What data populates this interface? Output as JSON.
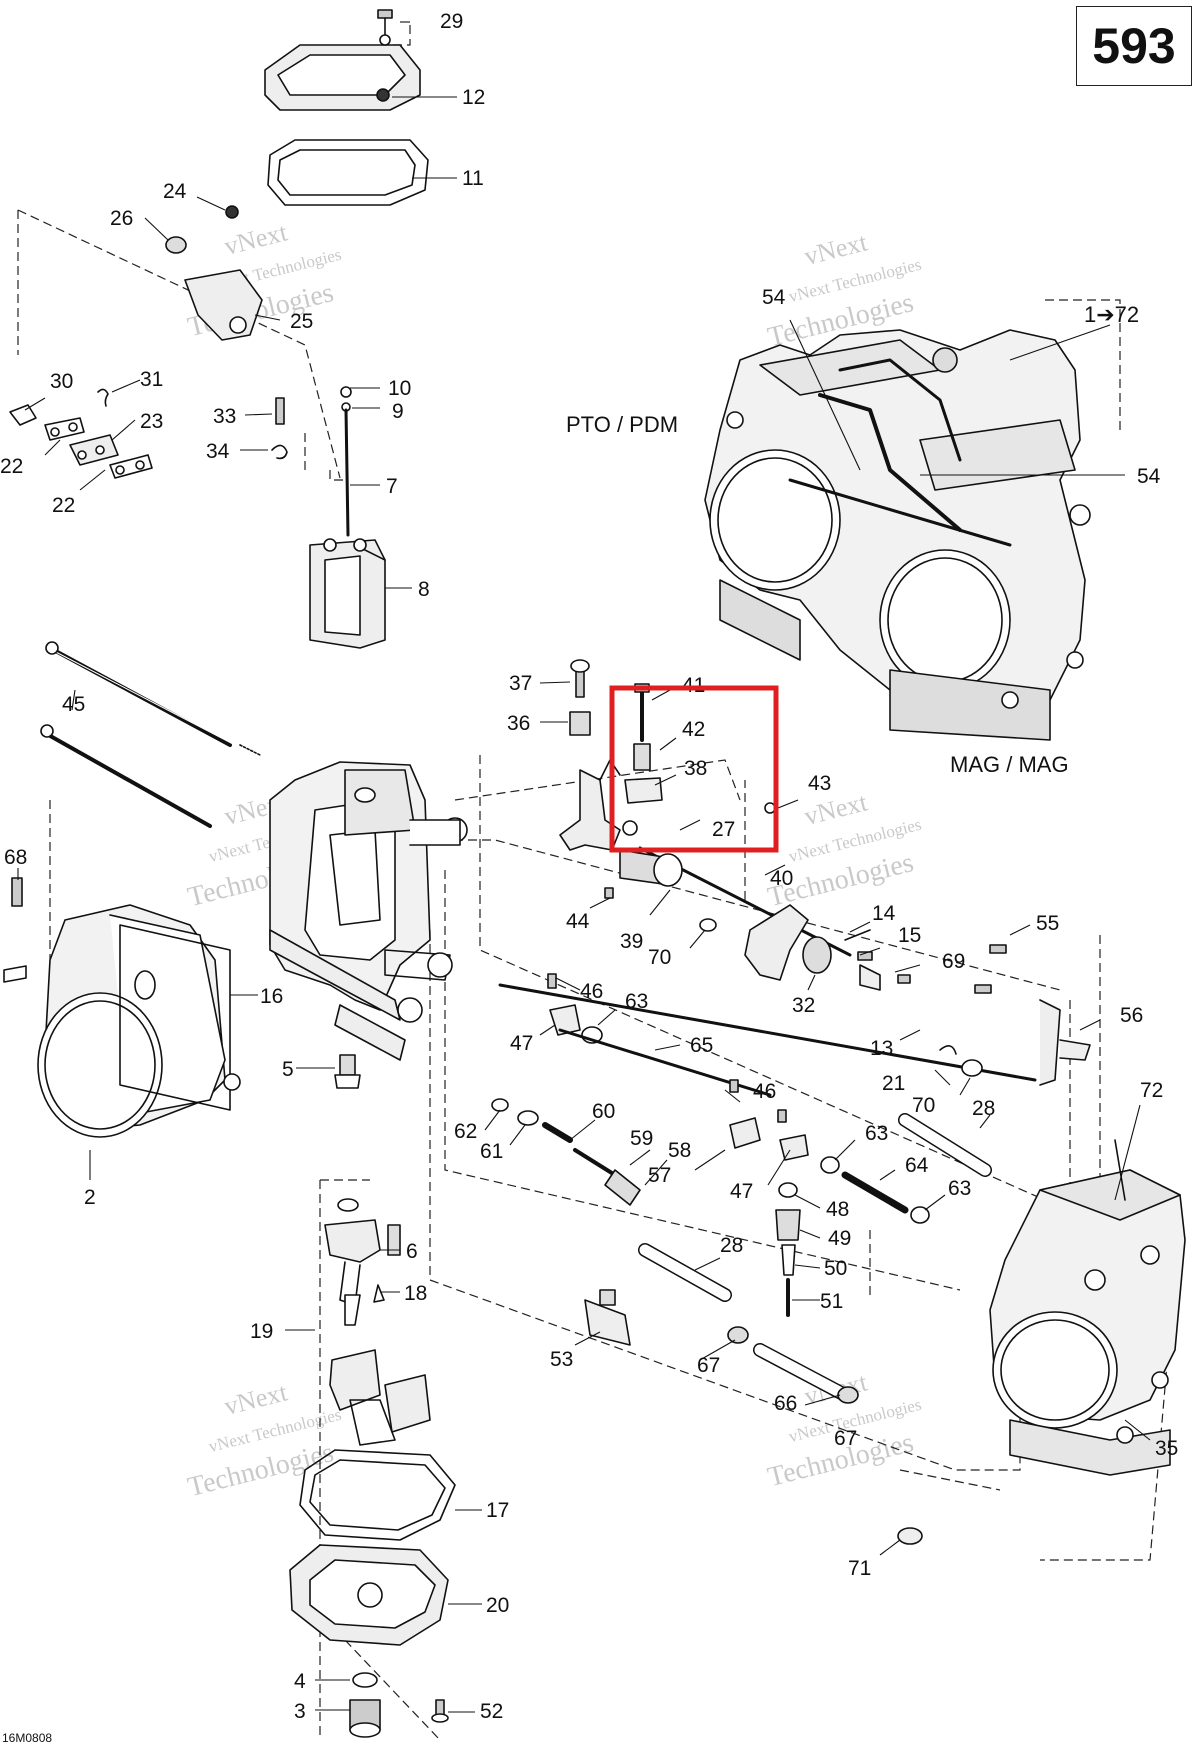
{
  "page_number": "593",
  "drawing_code": "16M0808",
  "labels": {
    "pto": "PTO / PDM",
    "mag": "MAG / MAG",
    "range": "1➔72"
  },
  "watermark": {
    "line1": "vNext",
    "line2": "vNext Technologies",
    "line3": "Technologies"
  },
  "callouts": [
    {
      "id": "c29",
      "text": "29"
    },
    {
      "id": "c12",
      "text": "12"
    },
    {
      "id": "c11",
      "text": "11"
    },
    {
      "id": "c24",
      "text": "24"
    },
    {
      "id": "c26",
      "text": "26"
    },
    {
      "id": "c25",
      "text": "25"
    },
    {
      "id": "c30",
      "text": "30"
    },
    {
      "id": "c31",
      "text": "31"
    },
    {
      "id": "c23",
      "text": "23"
    },
    {
      "id": "c22a",
      "text": "22"
    },
    {
      "id": "c22b",
      "text": "22"
    },
    {
      "id": "c33",
      "text": "33"
    },
    {
      "id": "c34",
      "text": "34"
    },
    {
      "id": "c10",
      "text": "10"
    },
    {
      "id": "c9",
      "text": "9"
    },
    {
      "id": "c7",
      "text": "7"
    },
    {
      "id": "c8",
      "text": "8"
    },
    {
      "id": "c45",
      "text": "45"
    },
    {
      "id": "c68",
      "text": "68"
    },
    {
      "id": "c16",
      "text": "16"
    },
    {
      "id": "c2",
      "text": "2"
    },
    {
      "id": "c5",
      "text": "5"
    },
    {
      "id": "c37",
      "text": "37"
    },
    {
      "id": "c36",
      "text": "36"
    },
    {
      "id": "c41",
      "text": "41"
    },
    {
      "id": "c42",
      "text": "42"
    },
    {
      "id": "c38",
      "text": "38"
    },
    {
      "id": "c27",
      "text": "27"
    },
    {
      "id": "c43",
      "text": "43"
    },
    {
      "id": "c40",
      "text": "40"
    },
    {
      "id": "c44",
      "text": "44"
    },
    {
      "id": "c39",
      "text": "39"
    },
    {
      "id": "c70a",
      "text": "70"
    },
    {
      "id": "c14",
      "text": "14"
    },
    {
      "id": "c15",
      "text": "15"
    },
    {
      "id": "c69",
      "text": "69"
    },
    {
      "id": "c55",
      "text": "55"
    },
    {
      "id": "c32",
      "text": "32"
    },
    {
      "id": "c46a",
      "text": "46"
    },
    {
      "id": "c63a",
      "text": "63"
    },
    {
      "id": "c47a",
      "text": "47"
    },
    {
      "id": "c65",
      "text": "65"
    },
    {
      "id": "c56",
      "text": "56"
    },
    {
      "id": "c13",
      "text": "13"
    },
    {
      "id": "c21",
      "text": "21"
    },
    {
      "id": "c70b",
      "text": "70"
    },
    {
      "id": "c28a",
      "text": "28"
    },
    {
      "id": "c72",
      "text": "72"
    },
    {
      "id": "c62",
      "text": "62"
    },
    {
      "id": "c61",
      "text": "61"
    },
    {
      "id": "c60",
      "text": "60"
    },
    {
      "id": "c59",
      "text": "59"
    },
    {
      "id": "c58",
      "text": "58"
    },
    {
      "id": "c57",
      "text": "57"
    },
    {
      "id": "c46b",
      "text": "46"
    },
    {
      "id": "c47b",
      "text": "47"
    },
    {
      "id": "c63b",
      "text": "63"
    },
    {
      "id": "c64",
      "text": "64"
    },
    {
      "id": "c63c",
      "text": "63"
    },
    {
      "id": "c48",
      "text": "48"
    },
    {
      "id": "c49",
      "text": "49"
    },
    {
      "id": "c50",
      "text": "50"
    },
    {
      "id": "c51",
      "text": "51"
    },
    {
      "id": "c28b",
      "text": "28"
    },
    {
      "id": "c6",
      "text": "6"
    },
    {
      "id": "c18",
      "text": "18"
    },
    {
      "id": "c19",
      "text": "19"
    },
    {
      "id": "c53",
      "text": "53"
    },
    {
      "id": "c67a",
      "text": "67"
    },
    {
      "id": "c66",
      "text": "66"
    },
    {
      "id": "c67b",
      "text": "67"
    },
    {
      "id": "c17",
      "text": "17"
    },
    {
      "id": "c20",
      "text": "20"
    },
    {
      "id": "c4",
      "text": "4"
    },
    {
      "id": "c3",
      "text": "3"
    },
    {
      "id": "c52",
      "text": "52"
    },
    {
      "id": "c71",
      "text": "71"
    },
    {
      "id": "c35",
      "text": "35"
    },
    {
      "id": "c54a",
      "text": "54"
    },
    {
      "id": "c54b",
      "text": "54"
    }
  ],
  "highlight": {
    "color": "#e02020",
    "covers": [
      "41",
      "42",
      "38",
      "27"
    ]
  }
}
